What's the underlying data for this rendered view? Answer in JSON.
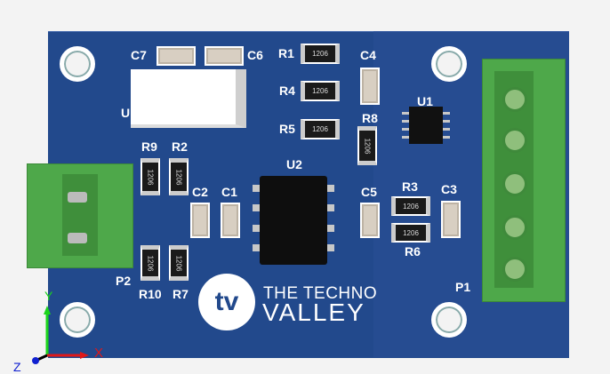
{
  "board": {
    "color": "#22498c",
    "logo": {
      "line1": "THE TECHNO",
      "line2": "VALLEY",
      "mark": "tv"
    }
  },
  "labels": {
    "C7": "C7",
    "C6": "C6",
    "R1": "R1",
    "R4": "R4",
    "R5": "R5",
    "C4": "C4",
    "U1": "U1",
    "R8": "R8",
    "U3": "U",
    "R9": "R9",
    "R2": "R2",
    "C2": "C2",
    "C1": "C1",
    "U2": "U2",
    "C5": "C5",
    "R3": "R3",
    "R6": "R6",
    "C3": "C3",
    "R10": "R10",
    "R7": "R7",
    "P2": "P2",
    "P1": "P1"
  },
  "resistor_marking": "1206",
  "axes": {
    "x": "X",
    "y": "Y",
    "z": "Z"
  }
}
